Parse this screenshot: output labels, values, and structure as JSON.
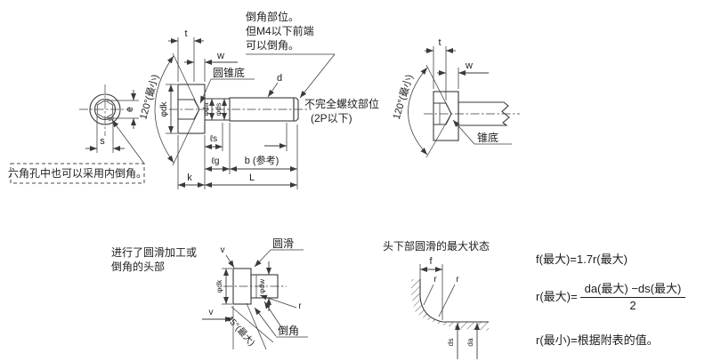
{
  "labels": {
    "t": "t",
    "w": "w",
    "e": "e",
    "s": "s",
    "d": "d",
    "k": "k",
    "L": "L",
    "v": "v",
    "f": "f",
    "r": "r",
    "phi_dk": "φdk",
    "phi_da": "φda",
    "phi_ds": "φds",
    "phi_dw": "φdw",
    "ls": "ℓs",
    "lg": "ℓg",
    "b_ref": "b (参考)",
    "angle_120_min": "120°(最小)",
    "angle_45_max": "45°(最大)",
    "ds": "ds",
    "da": "da"
  },
  "notes": {
    "hex_socket": "六角孔中也可以采用内倒角。",
    "chamfer_1": "倒角部位。",
    "chamfer_2": "但M4以下前端",
    "chamfer_3": "可以倒角。",
    "cone_bottom": "圆锥底",
    "cone_bottom_short": "锥底",
    "incomplete_thread_1": "不完全螺纹部位",
    "incomplete_thread_2": "(2P以下)",
    "rounded_head_1": "进行了圆滑加工或",
    "rounded_head_2": "倒角的头部",
    "fillet": "圆滑",
    "chamfer": "倒角",
    "underhead_title": "头下部圆滑的最大状态"
  },
  "formulas": {
    "f_max": "f(最大)=1.7r(最大)",
    "r_max_lhs": "r(最大)=",
    "r_max_num": "da(最大) −ds(最大)",
    "r_max_den": "2",
    "r_min": "r(最小)=根据附表的值。"
  },
  "colors": {
    "line": "#3a3a3a",
    "section_fill": "#e3e3e3",
    "thread_fill": "#d9d9d9",
    "shank_fill": "#d6d6d6",
    "background": "#ffffff"
  }
}
